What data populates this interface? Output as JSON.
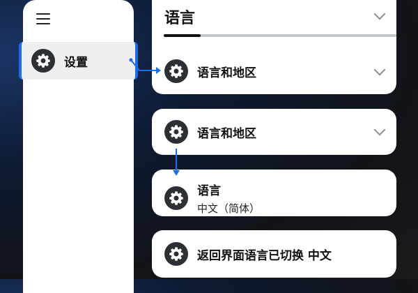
{
  "sidebar": {
    "menu_icon": "hamburger-icon",
    "item": {
      "label": "设置",
      "icon": "gear-icon"
    }
  },
  "language_panel": {
    "title": "语言",
    "progress_percent": 16,
    "item": "语言和地区"
  },
  "cards": {
    "region": "语言和地区",
    "language": "语言",
    "language_value": "中文（简体）",
    "result": "返回界面语言已切换 中文"
  },
  "colors": {
    "accent": "#1a6fe8",
    "icon_bg": "#2c2f35"
  }
}
